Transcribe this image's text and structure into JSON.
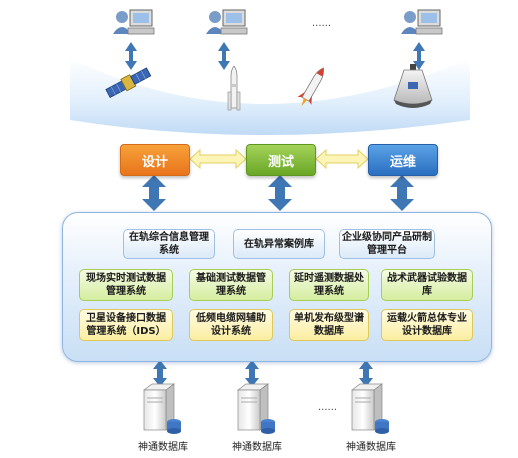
{
  "stages": {
    "design": "设计",
    "test": "测试",
    "ops": "运维"
  },
  "top_ellipsis": "......",
  "platform": {
    "row1": [
      "在轨综合信息管理系统",
      "在轨异常案例库",
      "企业级协同产品研制管理平台"
    ],
    "row2": [
      "现场实时测试数据管理系统",
      "基础测试数据管理系统",
      "延时遥测数据处理系统",
      "战术武器试验数据库"
    ],
    "row3": [
      "卫星设备接口数据管理系统（IDS）",
      "低频电缆网辅助设计系统",
      "单机发布级型谱数据库",
      "运载火箭总体专业设计数据库"
    ]
  },
  "databases": {
    "labels": [
      "神通数据库",
      "神通数据库",
      "神通数据库"
    ],
    "ellipsis": "......"
  },
  "colors": {
    "arrow_blue": "#3f77b5",
    "design_orange": "#ee7d22",
    "test_green": "#7bb531",
    "ops_blue": "#2f78c8",
    "double_arrow_yellow": "#fdf5b8"
  },
  "icons": [
    "user-computer-icon",
    "satellite-icon",
    "rocket-icon",
    "missile-icon",
    "capsule-icon",
    "database-server-icon"
  ]
}
